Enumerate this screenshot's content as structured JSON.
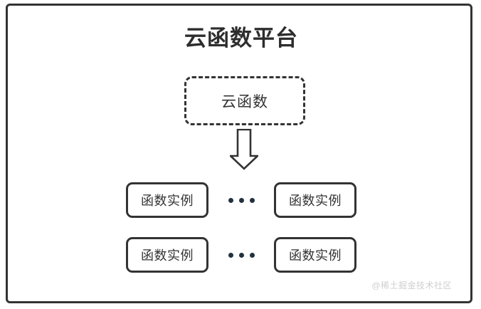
{
  "diagram": {
    "title": "云函数平台",
    "background_color": "#ffffff",
    "stroke_color": "#333333",
    "frame": {
      "name": "platform-frame",
      "border_style": "solid"
    },
    "cloud_function": {
      "label": "云函数",
      "border_style": "dashed"
    },
    "arrow": {
      "name": "down-arrow-icon",
      "direction": "down",
      "style": "hollow-block"
    },
    "rows": [
      {
        "left": {
          "label": "函数实例"
        },
        "separator": {
          "label": "•••",
          "dot_count": 3
        },
        "right": {
          "label": "函数实例"
        }
      },
      {
        "left": {
          "label": "函数实例"
        },
        "separator": {
          "label": "•••",
          "dot_count": 3
        },
        "right": {
          "label": "函数实例"
        }
      }
    ],
    "watermark": {
      "text": "@稀土掘金技术社区",
      "color": "#cfcfcf"
    }
  }
}
